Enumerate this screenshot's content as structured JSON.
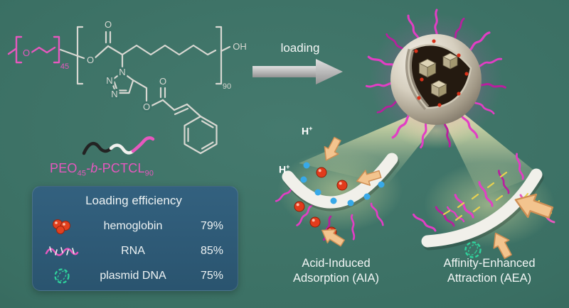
{
  "colors": {
    "background": "#3a6f63",
    "accent_pink": "#e14fc0",
    "legend_bg": "#2d5a78",
    "membrane_white": "#f1f0ea",
    "arrow_tan": "#f3c48e"
  },
  "arrow": {
    "label": "loading"
  },
  "polymer": {
    "name": {
      "peo": "PEO",
      "sub45": "45",
      "b": "-b-",
      "pctcl": "PCTCL",
      "sub90": "90"
    },
    "atoms": {
      "o": "O",
      "n": "N",
      "oh": "OH",
      "sub45": "45",
      "sub90": "90"
    }
  },
  "legend": {
    "title": "Loading efficiency",
    "rows": [
      {
        "icon": "hemoglobin-icon",
        "label": "hemoglobin",
        "value": "79%"
      },
      {
        "icon": "rna-icon",
        "label": "RNA",
        "value": "85%"
      },
      {
        "icon": "plasmid-dna-icon",
        "label": "plasmid DNA",
        "value": "75%"
      }
    ]
  },
  "proton": {
    "h": "H",
    "plus": "+"
  },
  "mechanisms": [
    {
      "line1": "Acid-Induced",
      "line2": "Adsorption (AIA)"
    },
    {
      "line1": "Affinity-Enhanced",
      "line2": "Attraction (AEA)"
    }
  ]
}
